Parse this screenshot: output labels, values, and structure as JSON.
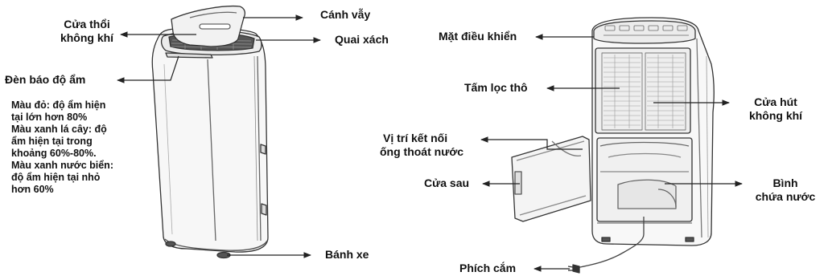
{
  "labels": {
    "cua_thoi": [
      "Cửa thổi",
      "không khí"
    ],
    "canh_vay": "Cánh vẫy",
    "quai_xach": "Quai xách",
    "den_bao": "Đèn báo độ ẩm",
    "banh_xe": "Bánh xe",
    "mat_dieu_khien": "Mặt điều khiển",
    "tam_loc": "Tấm lọc thô",
    "cua_hut": [
      "Cửa hút",
      "không khí"
    ],
    "vi_tri": [
      "Vị trí kết nối",
      "ống thoát nước"
    ],
    "cua_sau": "Cửa sau",
    "binh": [
      "Bình",
      "chứa nước"
    ],
    "phich": "Phích cắm"
  },
  "humidity_legend": [
    "Màu đỏ: độ ẩm hiện",
    "tại lớn hơn 80%",
    "Màu xanh lá cây: độ",
    "ẩm hiện tại trong",
    "khoảng 60%-80%.",
    "Màu xanh nước biển:",
    "độ ẩm hiện tại nhỏ",
    "hơn 60%"
  ]
}
